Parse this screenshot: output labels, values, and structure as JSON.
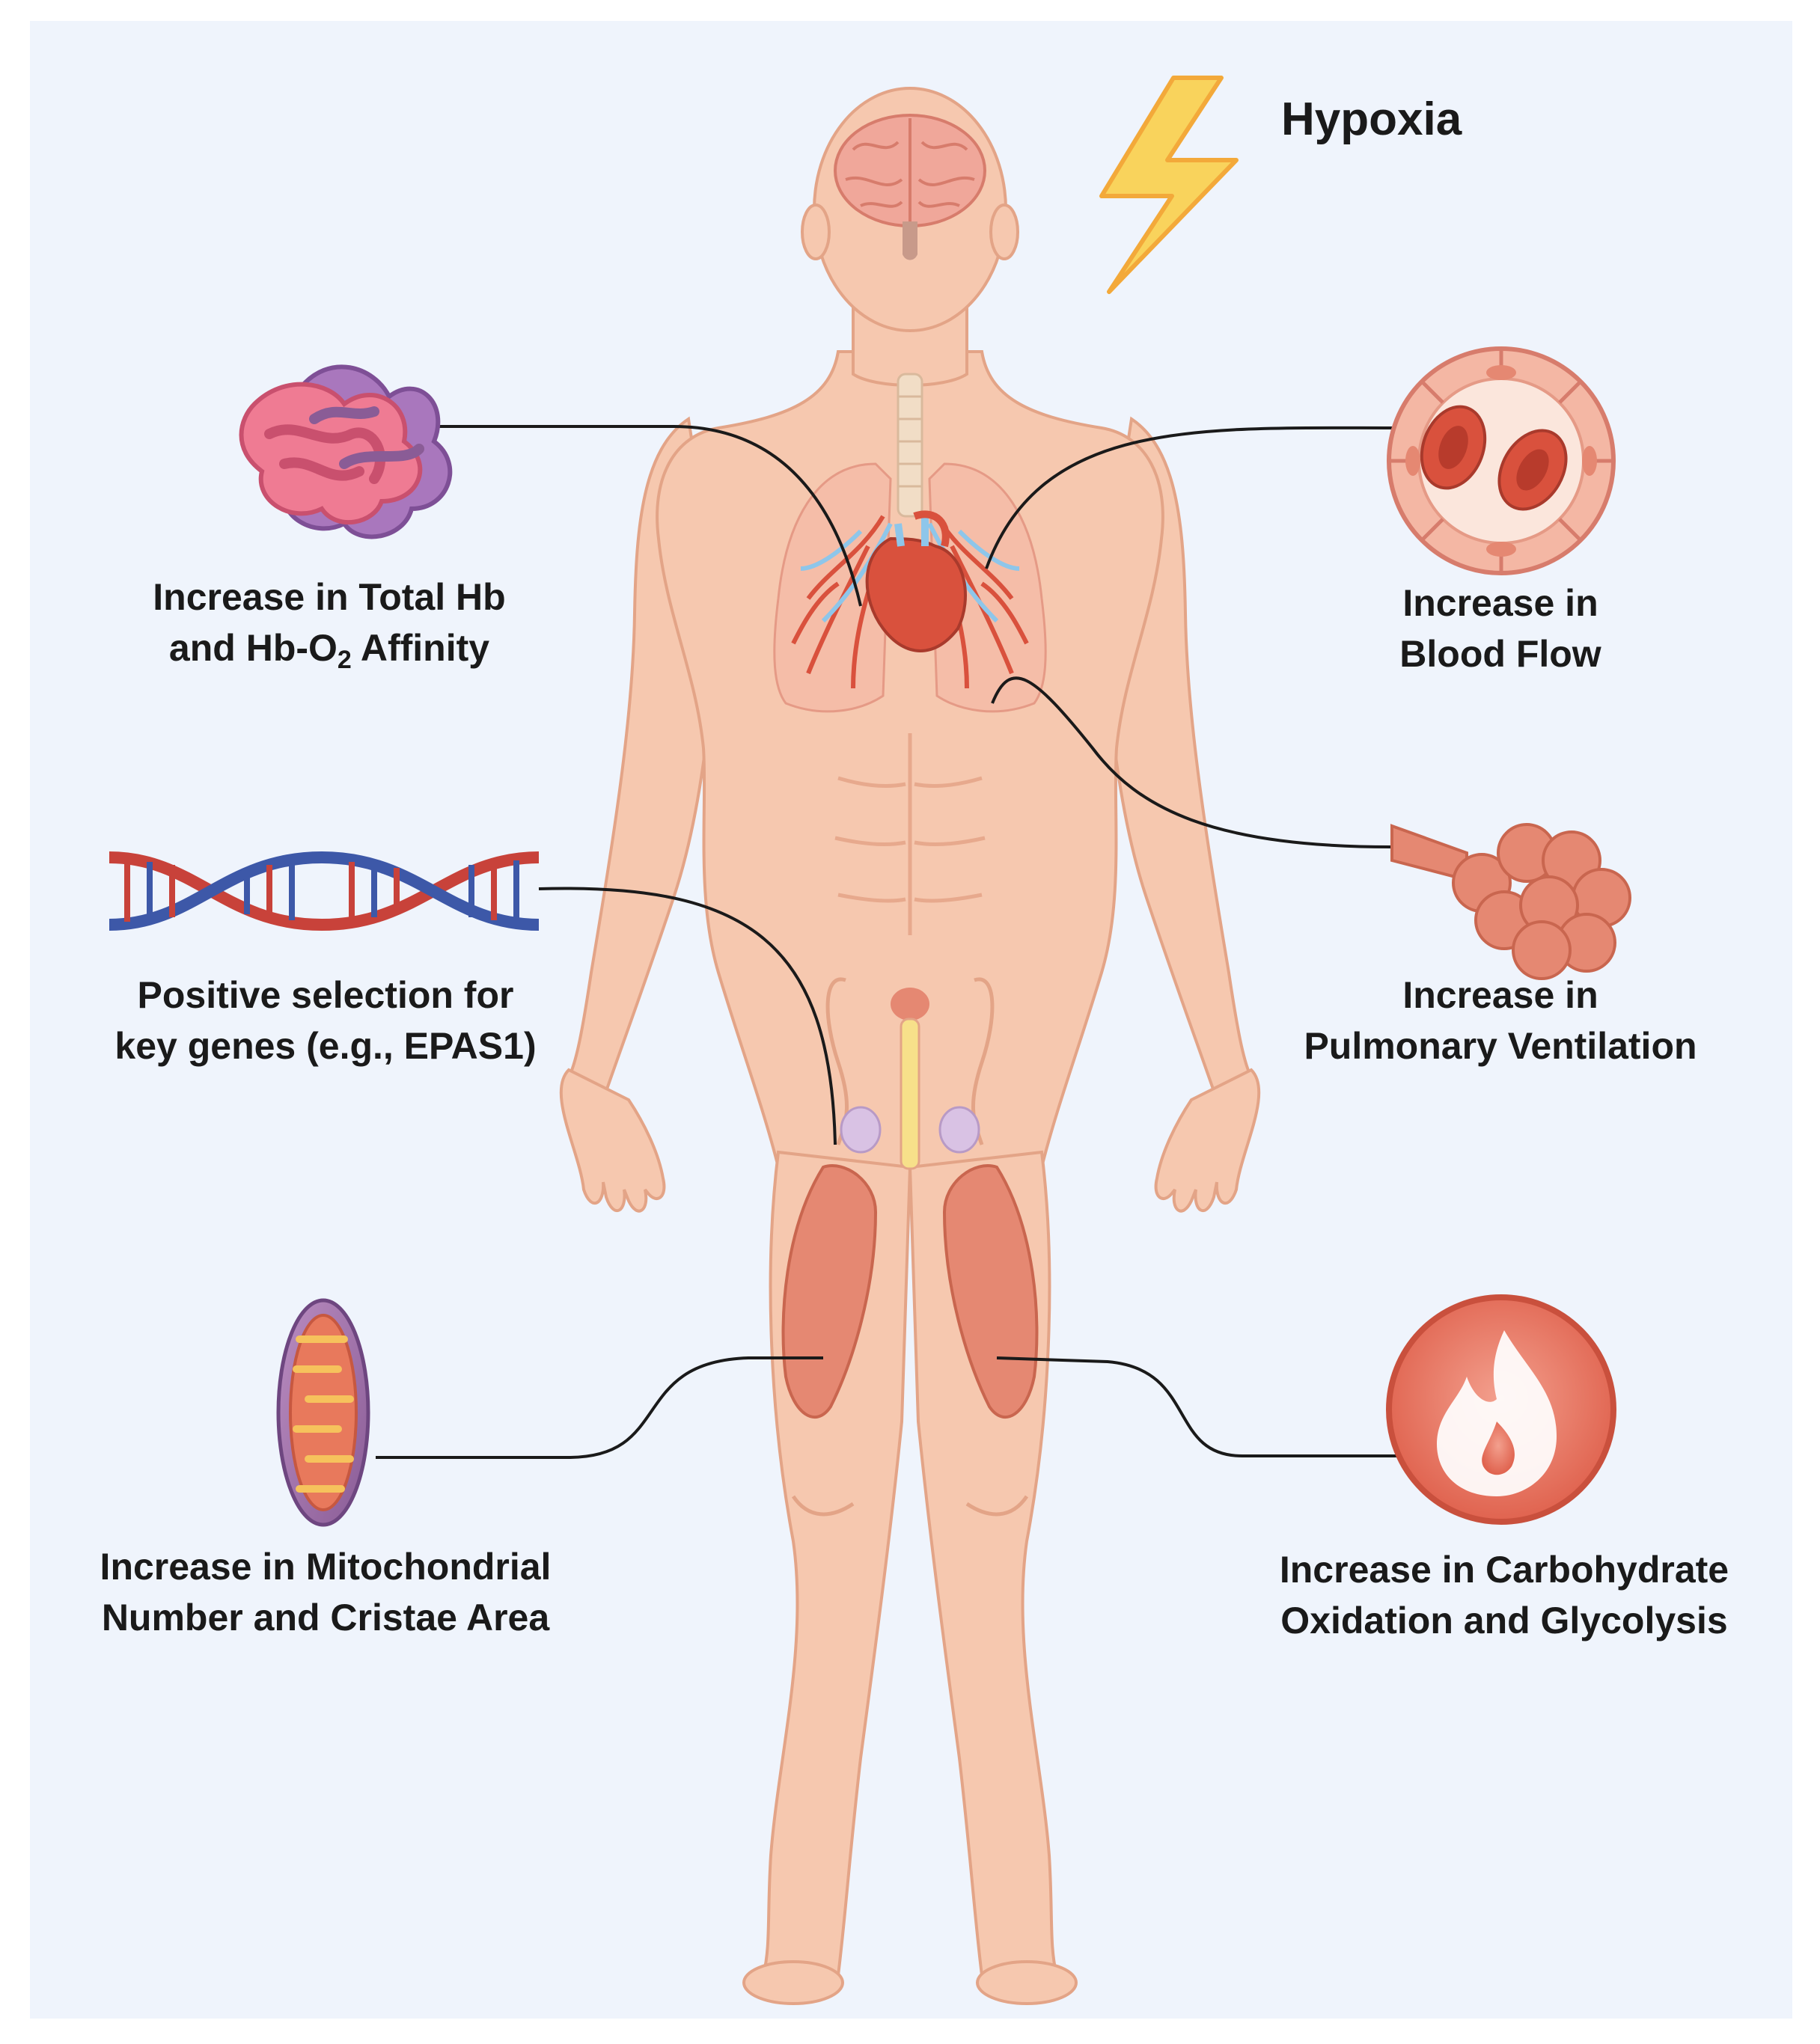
{
  "title": "Hypoxia",
  "colors": {
    "background": "#eff4fc",
    "skin": "#f6c8af",
    "skin_outline": "#e3a487",
    "muscle": "#e58872",
    "artery": "#d9513d",
    "vein": "#8ec6ea",
    "lightning": "#f9d35c",
    "connector": "#1a1a1a"
  },
  "labels": {
    "hb": {
      "line1": "Increase in Total Hb",
      "line2_pre": "and Hb-O",
      "line2_sub": "2",
      "line2_post": " Affinity"
    },
    "blood_flow": {
      "line1": "Increase in",
      "line2": "Blood Flow"
    },
    "genes": {
      "line1": "Positive selection for",
      "line2": "key genes (e.g., EPAS1)"
    },
    "ventilation": {
      "line1": "Increase in",
      "line2": "Pulmonary Ventilation"
    },
    "mitochondria": {
      "line1": "Increase in Mitochondrial",
      "line2": "Number and Cristae Area"
    },
    "carbohydrate": {
      "line1": "Increase in Carbohydrate",
      "line2": "Oxidation and Glycolysis"
    }
  },
  "icons": {
    "hb": "hemoglobin-icon",
    "blood_flow": "blood-vessel-icon",
    "genes": "dna-helix-icon",
    "ventilation": "alveoli-icon",
    "mitochondria": "mitochondrion-icon",
    "carbohydrate": "flame-icon",
    "hypoxia": "lightning-bolt-icon",
    "body": "human-body-icon"
  }
}
